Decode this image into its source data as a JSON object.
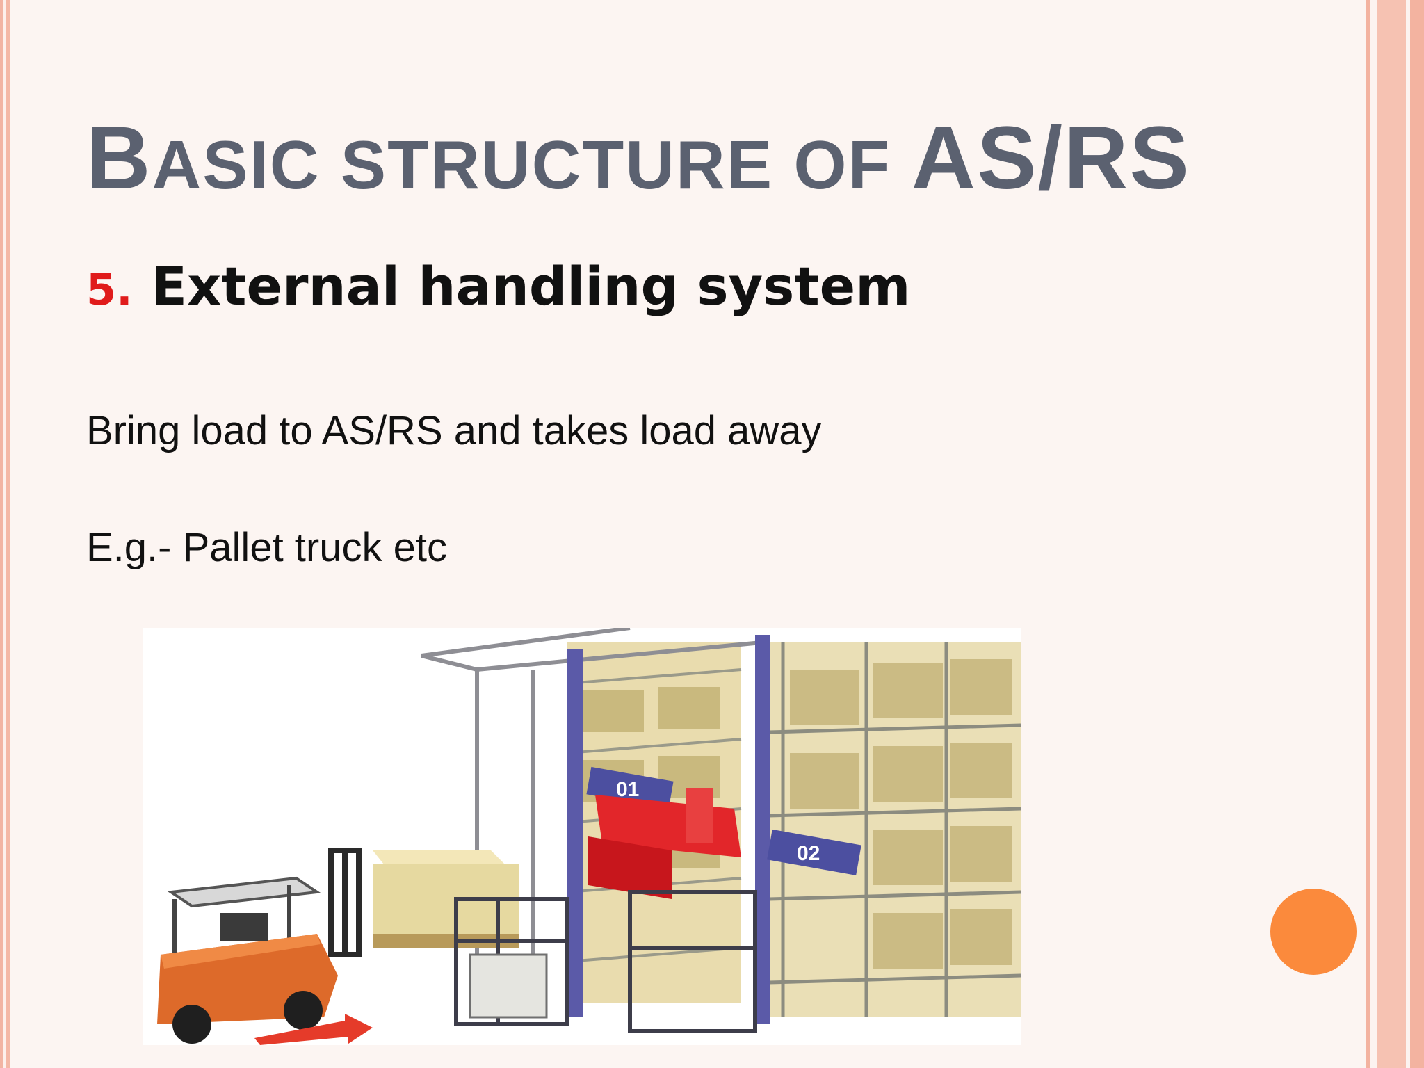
{
  "slide": {
    "title_initial": "B",
    "title_rest": "ASIC STRUCTURE OF ",
    "title_acronym": "AS/RS",
    "subheading_number": "5.",
    "subheading_text": "External handling system",
    "body_lines": [
      "Bring load to AS/RS and takes load away",
      "E.g.- Pallet truck etc"
    ],
    "colors": {
      "title": "#5b6170",
      "number": "#e01b1b",
      "accent_circle": "#fb8a3c",
      "border": "#f3b3a0"
    }
  },
  "illustration": {
    "labels": [
      "01",
      "02"
    ]
  }
}
